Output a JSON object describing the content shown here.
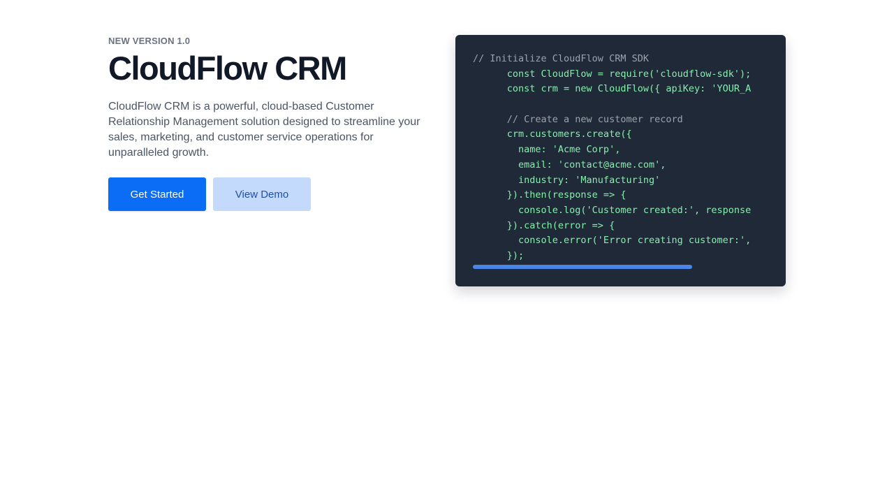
{
  "hero": {
    "eyebrow": "NEW VERSION 1.0",
    "title": "CloudFlow CRM",
    "description": "CloudFlow CRM is a powerful, cloud-based Customer Relationship Management solution designed to streamline your sales, marketing, and customer service operations for unparalleled growth.",
    "primary_button": "Get Started",
    "secondary_button": "View Demo"
  },
  "code_sample": {
    "lines": [
      {
        "text": "// Initialize CloudFlow CRM SDK",
        "kind": "comment"
      },
      {
        "text": "      const CloudFlow = require('cloudflow-sdk');",
        "kind": "code"
      },
      {
        "text": "      const crm = new CloudFlow({ apiKey: 'YOUR_API_KEY' });",
        "kind": "code"
      },
      {
        "text": "",
        "kind": "code"
      },
      {
        "text": "      // Create a new customer record",
        "kind": "comment"
      },
      {
        "text": "      crm.customers.create({",
        "kind": "code"
      },
      {
        "text": "        name: 'Acme Corp',",
        "kind": "code"
      },
      {
        "text": "        email: 'contact@acme.com',",
        "kind": "code"
      },
      {
        "text": "        industry: 'Manufacturing'",
        "kind": "code"
      },
      {
        "text": "      }).then(response => {",
        "kind": "code"
      },
      {
        "text": "        console.log('Customer created:', response);",
        "kind": "code"
      },
      {
        "text": "      }).catch(error => {",
        "kind": "code"
      },
      {
        "text": "        console.error('Error creating customer:', error);",
        "kind": "code"
      },
      {
        "text": "      });",
        "kind": "code"
      }
    ],
    "horizontal_scroll_visible_fraction": 0.79
  },
  "colors": {
    "primary": "#0b6cf5",
    "secondary": "#c3dafc",
    "code_background": "#1f2937",
    "code_text": "#86efac",
    "code_comment": "#9ca3af",
    "scrollbar": "#4a86e8"
  }
}
